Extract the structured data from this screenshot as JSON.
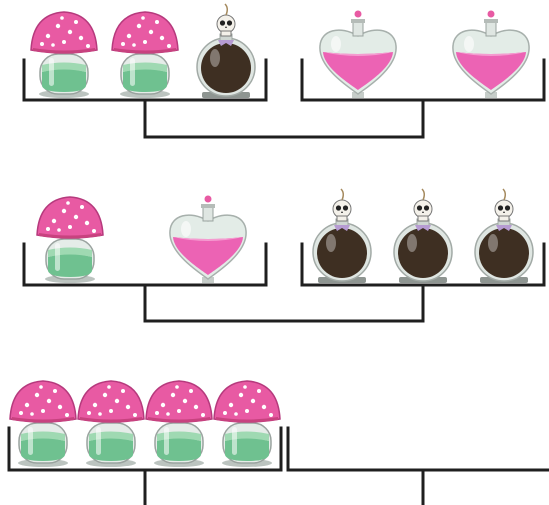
{
  "puzzle": {
    "rows": [
      {
        "left_shelf": [
          "mushroom-jar",
          "mushroom-jar",
          "skull-flask"
        ],
        "right_shelf": [
          "heart-potion",
          "heart-potion"
        ]
      },
      {
        "left_shelf": [
          "mushroom-jar",
          "heart-potion"
        ],
        "right_shelf": [
          "skull-flask",
          "skull-flask",
          "skull-flask"
        ]
      },
      {
        "left_shelf": [
          "mushroom-jar",
          "mushroom-jar",
          "mushroom-jar",
          "mushroom-jar"
        ],
        "right_shelf": []
      }
    ]
  },
  "colors": {
    "line": "#1f1f1f",
    "mushroom_cap": "#e85aa3",
    "jar_liquid": "#7cc79a",
    "heart_liquid": "#ec63b4",
    "flask_liquid": "#3e2f22",
    "glass": "#dfe9e4"
  }
}
